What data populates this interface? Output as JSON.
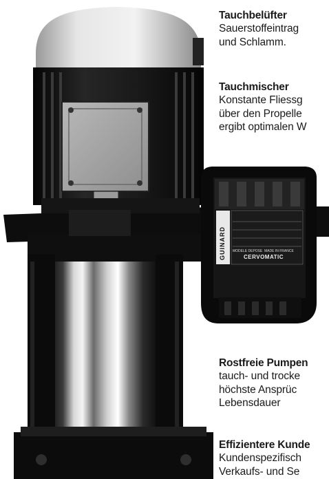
{
  "sections": [
    {
      "heading": "Tauchbelüfter",
      "lines": [
        "Sauerstoffeintrag",
        "und Schlamm."
      ]
    },
    {
      "heading": "Tauchmischer",
      "lines": [
        "Konstante Fliessg",
        "über den Propelle",
        "ergibt optimalen W"
      ]
    },
    {
      "heading": "Rostfreie Pumpen",
      "lines": [
        "tauch- und trocke",
        "höchste Ansprüc",
        "Lebensdauer"
      ]
    },
    {
      "heading": "Effizientere Kunde",
      "lines": [
        "Kundenspezifisch",
        "Verkaufs- und Se"
      ]
    }
  ],
  "device": {
    "brand": "GUINARD",
    "model": "CERVOMATIC",
    "made_in": "MADE IN FRANCE",
    "brevete": "MODELE DEPOSE"
  },
  "colors": {
    "ink": "#1a1a1a",
    "paper": "#ffffff"
  }
}
